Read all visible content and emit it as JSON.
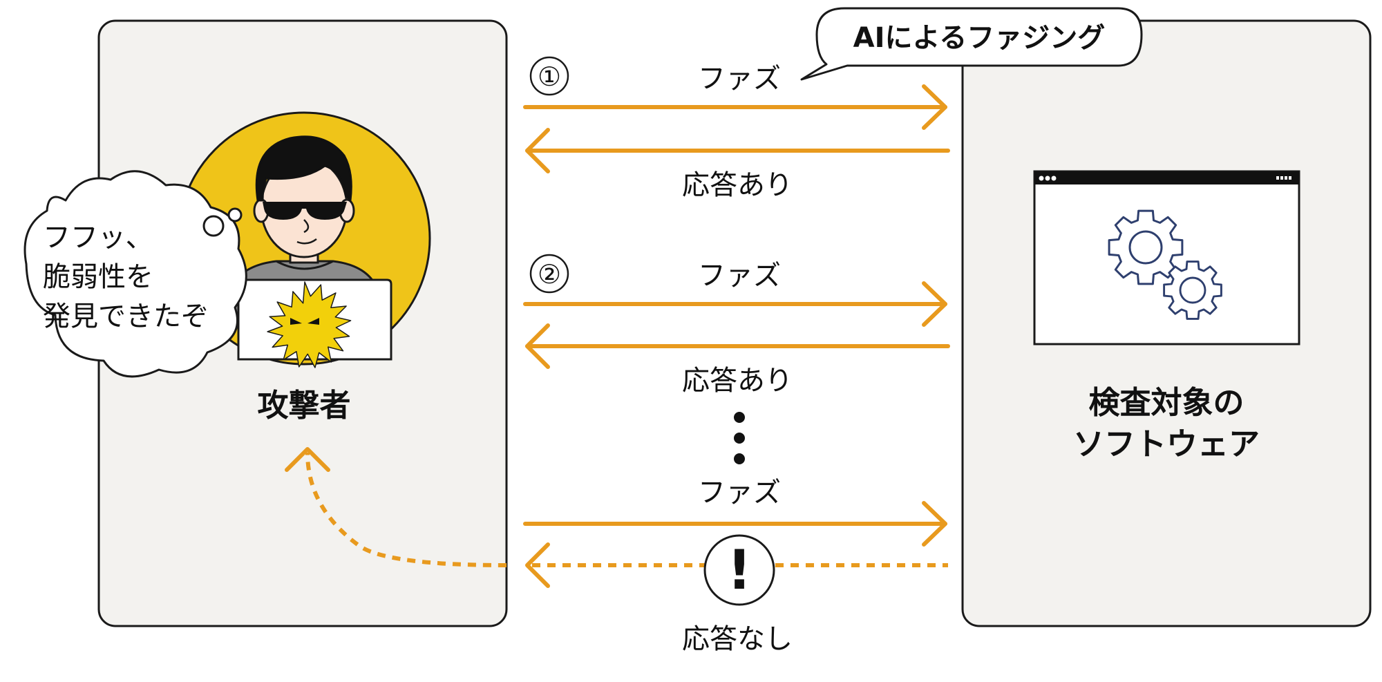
{
  "attacker": {
    "label": "攻撃者",
    "thought_lines": [
      "フフッ、",
      "脆弱性を",
      "発見できたぞ"
    ]
  },
  "target": {
    "label_lines": [
      "検査対象の",
      "ソフトウェア"
    ]
  },
  "speech_bubble": {
    "text": "AIによるファジング"
  },
  "exchanges": [
    {
      "number": "①",
      "request": "ファズ",
      "response": "応答あり"
    },
    {
      "number": "②",
      "request": "ファズ",
      "response": "応答あり"
    },
    {
      "number": "",
      "request": "ファズ",
      "response": "応答なし"
    }
  ],
  "alert": {
    "symbol": "!"
  },
  "colors": {
    "arrow": "#E89A1E",
    "panel": "#F3F2EF",
    "attacker_circle": "#EFC419",
    "gear": "#2E3F6E"
  },
  "icons": [
    "hacker-icon",
    "laptop-icon",
    "virus-icon",
    "gear-icon",
    "browser-window-icon",
    "exclamation-icon"
  ]
}
